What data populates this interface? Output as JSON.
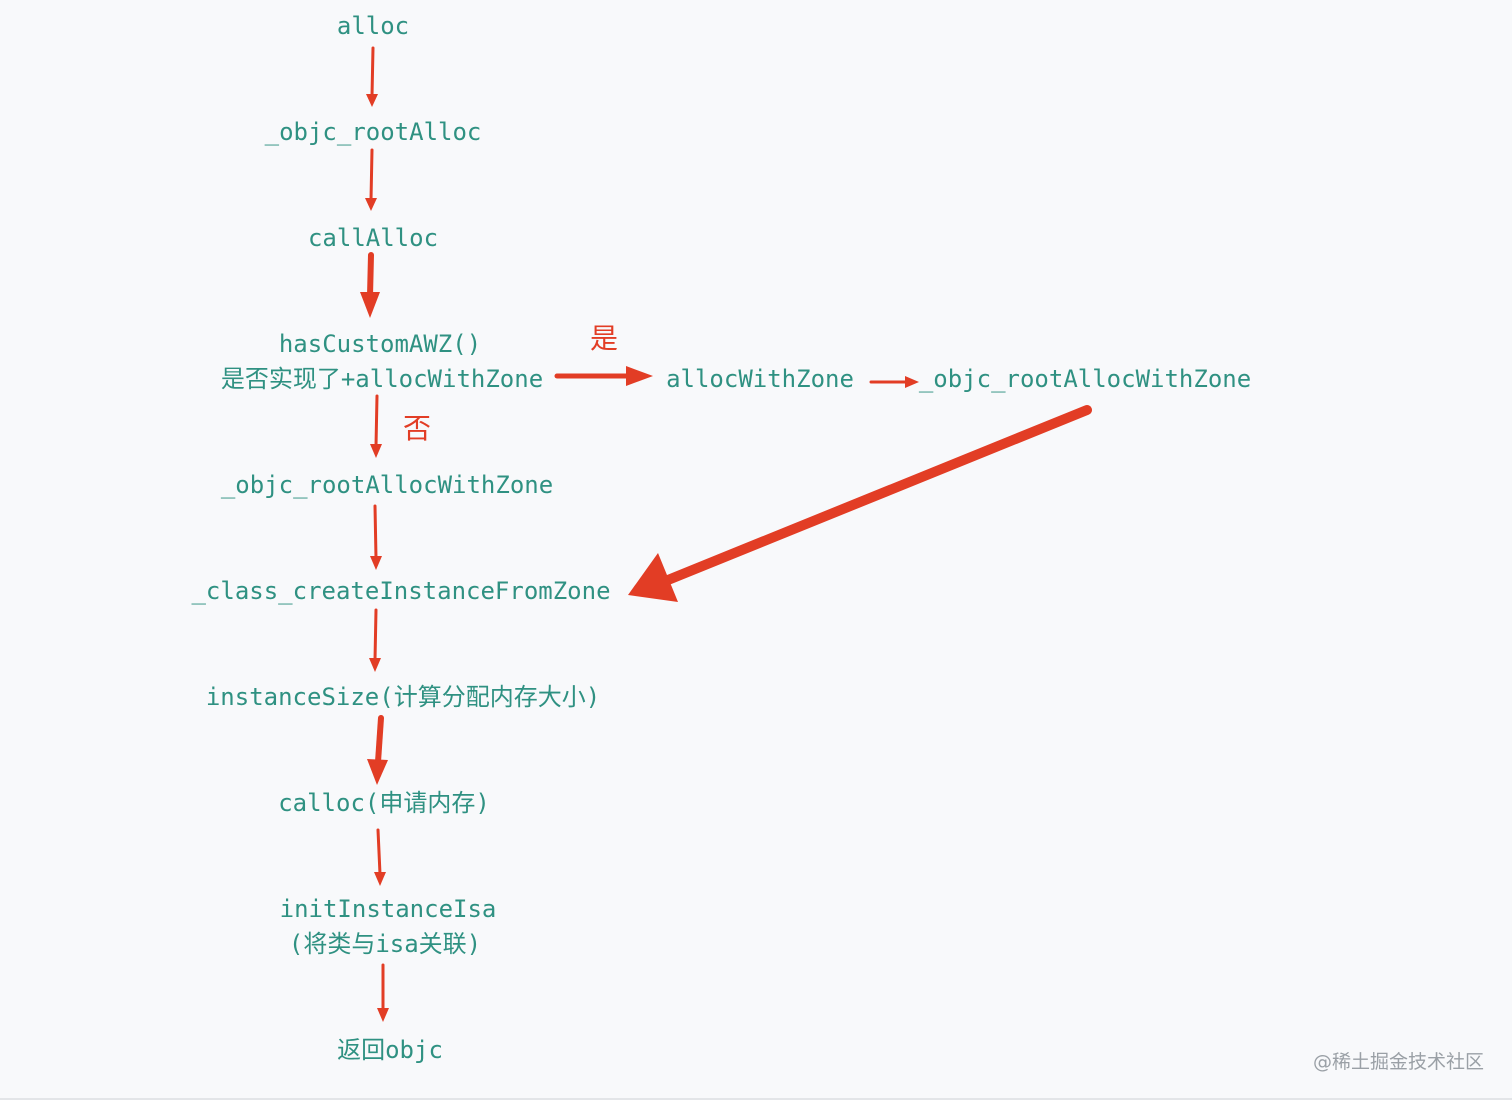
{
  "nodes": {
    "alloc": "alloc",
    "objc_root_alloc": "_objc_rootAlloc",
    "call_alloc": "callAlloc",
    "has_custom_awz": "hasCustomAWZ()",
    "has_custom_awz_desc": "是否实现了+allocWithZone",
    "alloc_with_zone": "allocWithZone",
    "objc_root_alloc_with_zone_right": "_objc_rootAllocWithZone",
    "objc_root_alloc_with_zone": "_objc_rootAllocWithZone",
    "class_create_instance": "_class_createInstanceFromZone",
    "instance_size": "instanceSize(计算分配内存大小)",
    "calloc": "calloc(申请内存)",
    "init_instance_isa": "initInstanceIsa",
    "init_instance_isa_desc": "(将类与isa关联)",
    "return_objc": "返回objc"
  },
  "branches": {
    "yes": "是",
    "no": "否"
  },
  "watermark": "@稀土掘金技术社区",
  "colors": {
    "node_text": "#2f9182",
    "arrow": "#e23d25",
    "background": "#f8f9fb",
    "watermark": "#9aa0a6"
  }
}
